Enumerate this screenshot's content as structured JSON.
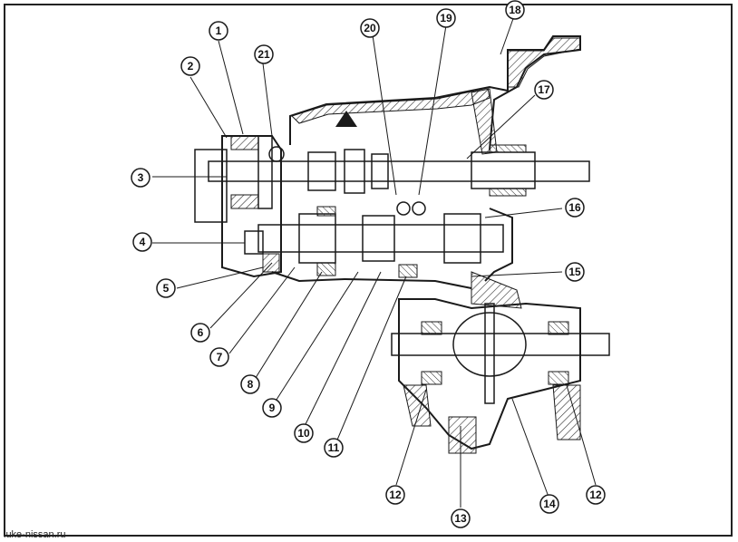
{
  "diagram": {
    "callouts": [
      "1",
      "2",
      "3",
      "4",
      "5",
      "6",
      "7",
      "8",
      "9",
      "10",
      "11",
      "12",
      "13",
      "14",
      "12",
      "15",
      "16",
      "17",
      "18",
      "19",
      "20",
      "21"
    ]
  },
  "watermark": "iuke-nissan.ru",
  "colors": {
    "ink": "#1a1a1a",
    "hatch": "#333333",
    "paper": "#ffffff"
  }
}
